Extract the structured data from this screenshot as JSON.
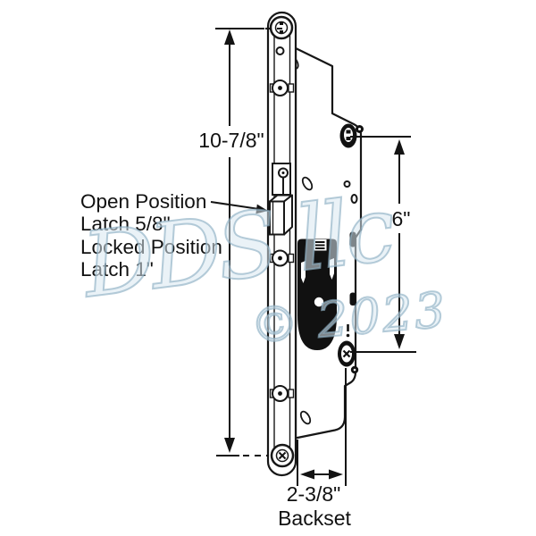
{
  "diagram": {
    "type": "technical-line-drawing",
    "subject": "sliding-door-mortise-lock-with-latch",
    "annotation": {
      "lines": [
        "Open Position",
        "Latch 5/8\"",
        "Locked Position",
        "Latch 1\""
      ]
    },
    "dimensions": {
      "faceplate_screw_spacing": "10-7/8\"",
      "body_screw_spacing": "6\"",
      "backset_value": "2-3/8\"",
      "backset_caption": "Backset"
    },
    "watermark": {
      "name": "DDS llc",
      "year": "© 2023"
    },
    "colors": {
      "background": "#ffffff",
      "line": "#171717",
      "case_fill": "#111111",
      "watermark_fill": "#d9e7f1",
      "watermark_stroke": "#8fb0c4"
    }
  }
}
